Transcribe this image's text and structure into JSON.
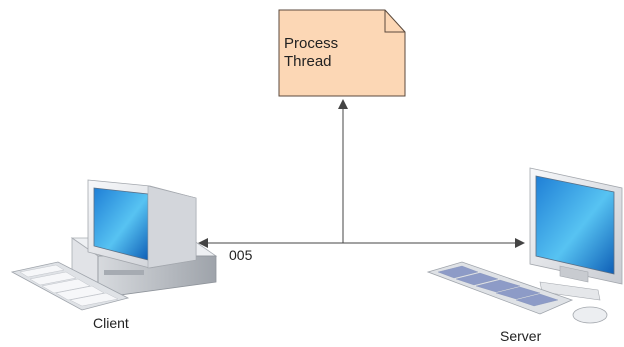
{
  "note": {
    "line1": "Process",
    "line2": "Thread",
    "fill": "#fcd7b5",
    "stroke": "#5b4a3d"
  },
  "connector": {
    "label": "005",
    "color": "#444444"
  },
  "nodes": {
    "client": {
      "label": "Client",
      "icon": "desktop-computer-icon"
    },
    "server": {
      "label": "Server",
      "icon": "monitor-keyboard-icon"
    }
  }
}
